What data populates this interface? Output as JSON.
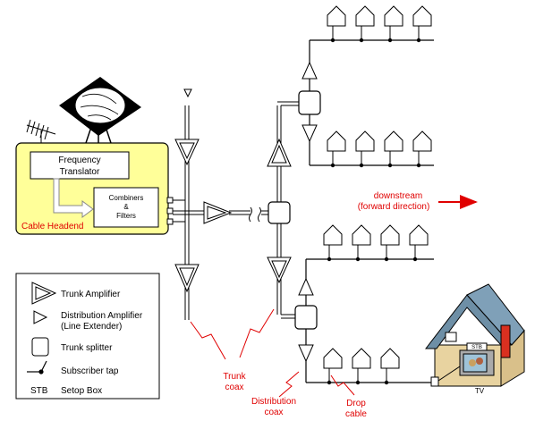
{
  "headend": {
    "frequency_translator": [
      "Frequency",
      "Translator"
    ],
    "combiners": [
      "Combiners",
      "&",
      "Filters"
    ],
    "label": "Cable Headend"
  },
  "downstream": [
    "downstream",
    "(forward direction)"
  ],
  "callouts": {
    "trunk_coax": [
      "Trunk",
      "coax"
    ],
    "distribution_coax": [
      "Distribution",
      "coax"
    ],
    "drop_cable": [
      "Drop",
      "cable"
    ]
  },
  "home": {
    "stb": "STB",
    "tv": "TV"
  },
  "legend": {
    "trunk_amplifier": "Trunk Amplifier",
    "distribution_amplifier": [
      "Distribution Amplifier",
      "(Line Extender)"
    ],
    "trunk_splitter": "Trunk splitter",
    "subscriber_tap": "Subscriber tap",
    "stb_abbrev": "STB",
    "stb_desc": "Setop Box"
  },
  "colors": {
    "headend_fill": "#ffff99",
    "callout_red": "#e00000",
    "arrow_red": "#e00000",
    "roof": "#6e8fa6",
    "house_wall": "#e8d3a0",
    "chimney": "#d93020"
  }
}
